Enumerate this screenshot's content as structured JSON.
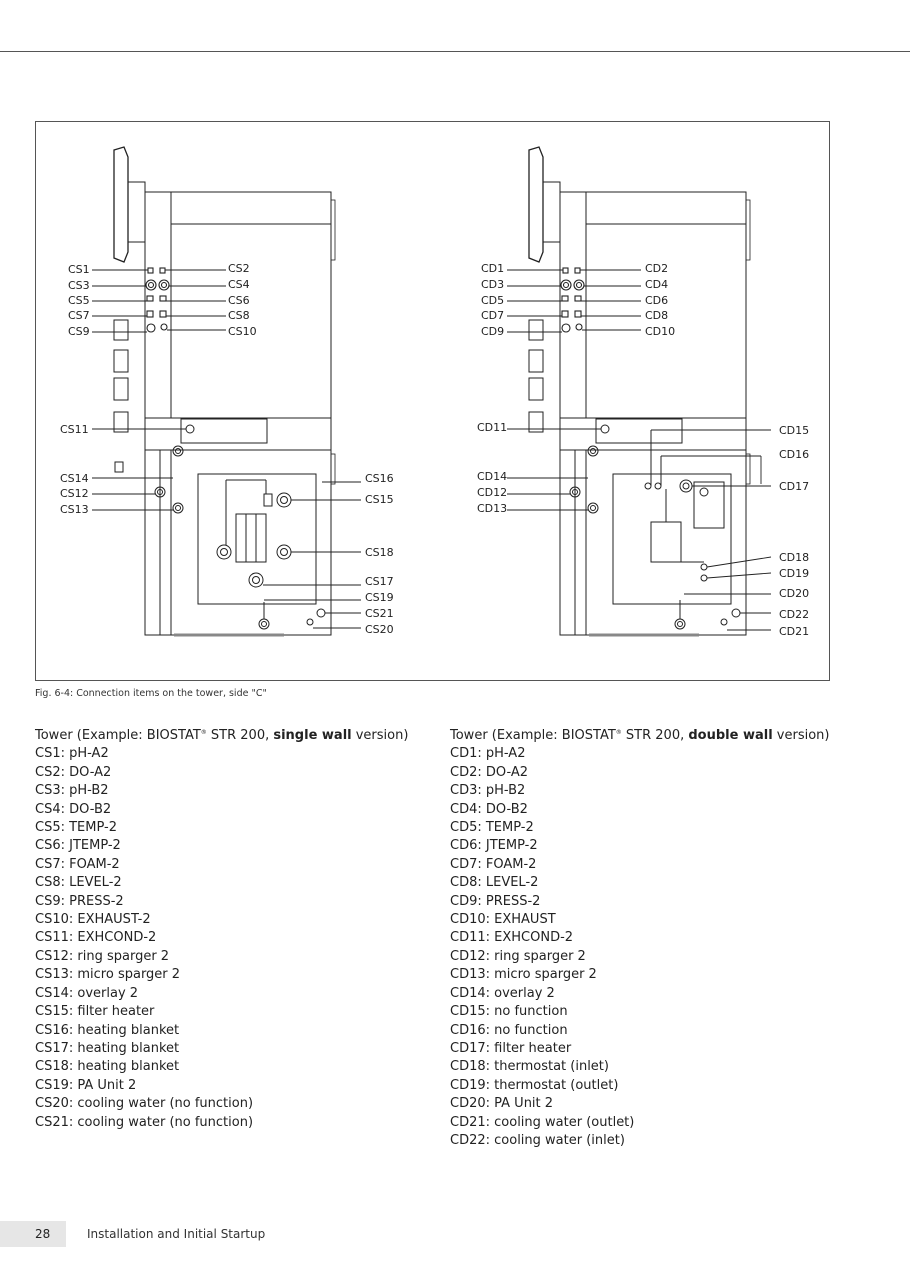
{
  "figure": {
    "caption": "Fig. 6-4:  Connection items on the tower, side \"C\"",
    "single_labels": {
      "cs1": "CS1",
      "cs2": "CS2",
      "cs3": "CS3",
      "cs4": "CS4",
      "cs5": "CS5",
      "cs6": "CS6",
      "cs7": "CS7",
      "cs8": "CS8",
      "cs9": "CS9",
      "cs10": "CS10",
      "cs11": "CS11",
      "cs12": "CS12",
      "cs13": "CS13",
      "cs14": "CS14",
      "cs15": "CS15",
      "cs16": "CS16",
      "cs17": "CS17",
      "cs18": "CS18",
      "cs19": "CS19",
      "cs20": "CS20",
      "cs21": "CS21"
    },
    "double_labels": {
      "cd1": "CD1",
      "cd2": "CD2",
      "cd3": "CD3",
      "cd4": "CD4",
      "cd5": "CD5",
      "cd6": "CD6",
      "cd7": "CD7",
      "cd8": "CD8",
      "cd9": "CD9",
      "cd10": "CD10",
      "cd11": "CD11",
      "cd12": "CD12",
      "cd13": "CD13",
      "cd14": "CD14",
      "cd15": "CD15",
      "cd16": "CD16",
      "cd17": "CD17",
      "cd18": "CD18",
      "cd19": "CD19",
      "cd20": "CD20",
      "cd21": "CD21",
      "cd22": "CD22"
    }
  },
  "single_wall": {
    "heading_pre": "Tower (Example: BIOSTAT",
    "heading_reg": "®",
    "heading_mid": " STR 200, ",
    "heading_bold": "single wall",
    "heading_post": " version)",
    "items": [
      "CS1: pH-A2",
      "CS2: DO-A2",
      "CS3: pH-B2",
      "CS4: DO-B2",
      "CS5: TEMP-2",
      "CS6: JTEMP-2",
      "CS7: FOAM-2",
      "CS8: LEVEL-2",
      "CS9: PRESS-2",
      "CS10: EXHAUST-2",
      "CS11: EXHCOND-2",
      "CS12: ring sparger 2",
      "CS13: micro sparger 2",
      "CS14: overlay 2",
      "CS15: filter heater",
      "CS16: heating blanket",
      "CS17: heating blanket",
      "CS18: heating blanket",
      "CS19: PA Unit 2",
      "CS20: cooling water (no function)",
      "CS21: cooling water (no function)"
    ]
  },
  "double_wall": {
    "heading_pre": "Tower (Example: BIOSTAT",
    "heading_reg": "®",
    "heading_mid": " STR 200, ",
    "heading_bold": "double wall",
    "heading_post": " version)",
    "items": [
      "CD1: pH-A2",
      "CD2: DO-A2",
      "CD3: pH-B2",
      "CD4: DO-B2",
      "CD5: TEMP-2",
      "CD6: JTEMP-2",
      "CD7: FOAM-2",
      "CD8: LEVEL-2",
      "CD9: PRESS-2",
      "CD10: EXHAUST",
      "CD11: EXHCOND-2",
      "CD12: ring sparger 2",
      "CD13: micro sparger 2",
      "CD14: overlay 2",
      "CD15: no function",
      "CD16: no function",
      "CD17: filter heater",
      "CD18: thermostat (inlet)",
      "CD19: thermostat (outlet)",
      "CD20: PA Unit 2",
      "CD21: cooling water (outlet)",
      "CD22: cooling water (inlet)"
    ]
  },
  "footer": {
    "page_number": "28",
    "section": "Installation and Initial Startup"
  }
}
